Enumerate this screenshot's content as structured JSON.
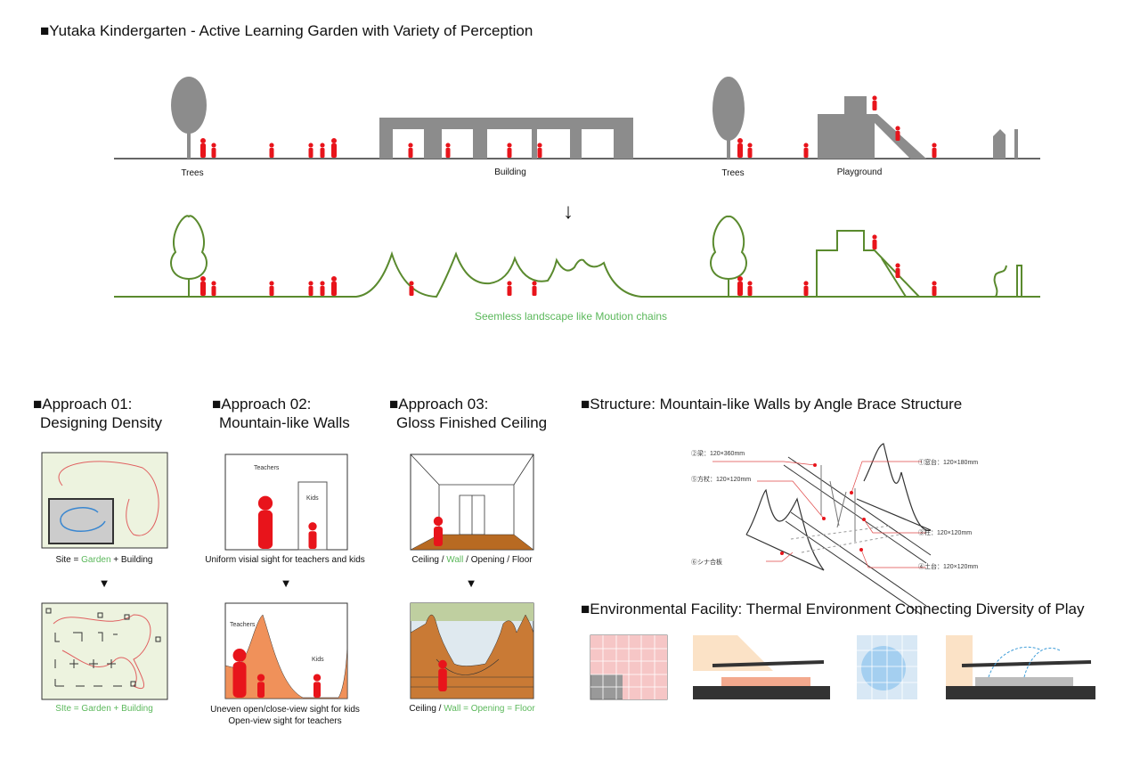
{
  "title": "■Yutaka Kindergarten - Active Learning Garden with Variety of Perception",
  "section_top": {
    "labels": [
      "Trees",
      "Building",
      "Trees",
      "Playground"
    ],
    "arrow": "↓",
    "caption": "Seemless landscape like Moution chains"
  },
  "approaches": [
    {
      "heading1": "■Approach 01:",
      "heading2": "Designing Density",
      "caption_before": {
        "a": "Site = ",
        "b": "Garden",
        "c": " + Building"
      },
      "caption_after": "SIte = Garden + Building"
    },
    {
      "heading1": "■Approach 02:",
      "heading2": "Mountain-like Walls",
      "caption_before": "Uniform visial sight for teachers and kids",
      "caption_after1": "Uneven open/close-view sight for kids",
      "caption_after2": "Open-view sight for teachers",
      "teachers": "Teachers",
      "kids": "Kids"
    },
    {
      "heading1": "■Approach 03:",
      "heading2": "Gloss Finished Ceiling",
      "caption_before": {
        "a": "Ceiling / ",
        "b": "Wall",
        "c": " / Opening / Floor"
      },
      "caption_after": {
        "a": "Ceiling / ",
        "b": "Wall = Opening = Floor"
      }
    }
  ],
  "down_triangle": "▼",
  "structure": {
    "heading": "■Structure: Mountain-like Walls by Angle Brace Structure",
    "labels": [
      "②梁：120×360mm",
      "⑤方杖：120×120mm",
      "⑥シナ合板",
      "①窓台：120×180mm",
      "③柱：120×120mm",
      "④土台：120×120mm"
    ]
  },
  "environment": {
    "heading": "■Environmental Facility: Thermal Environment Connecting Diversity of Play"
  },
  "colors": {
    "figure": "#e8141b",
    "green": "#5a8a2e",
    "caption_green": "#5bb85b",
    "gray": "#8c8c8c",
    "orange": "#f0915a"
  }
}
